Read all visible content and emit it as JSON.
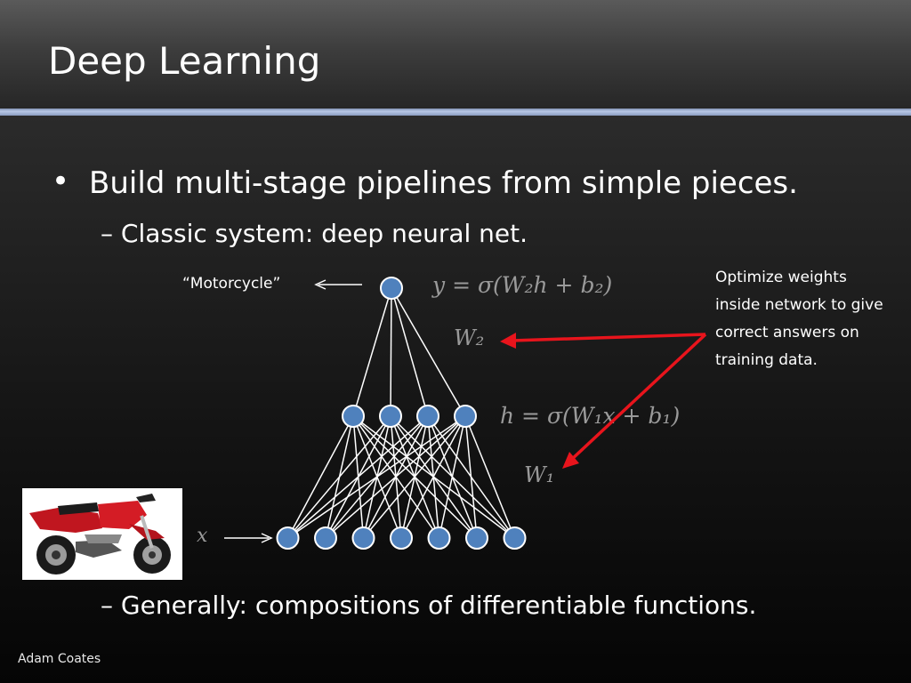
{
  "slide": {
    "title": "Deep Learning",
    "bullet": "Build multi-stage pipelines from simple pieces.",
    "sub_bullet_1": "– Classic system:  deep neural net.",
    "sub_bullet_2": "– Generally:  compositions of differentiable functions.",
    "author": "Adam Coates"
  },
  "diagram": {
    "output_label": "“Motorcycle”",
    "note": "Optimize weights inside network to give correct answers on training data.",
    "equations": {
      "y": "y = σ(W₂h + b₂)",
      "h": "h = σ(W₁x + b₁)",
      "w2": "W₂",
      "w1": "W₁",
      "x": "x"
    },
    "layers": {
      "output_units": 1,
      "hidden_units": 4,
      "input_units": 7
    },
    "colors": {
      "node_fill": "#4f81bd",
      "node_stroke": "#ffffff",
      "edge": "#ffffff",
      "arrow_red": "#e8141c"
    }
  }
}
